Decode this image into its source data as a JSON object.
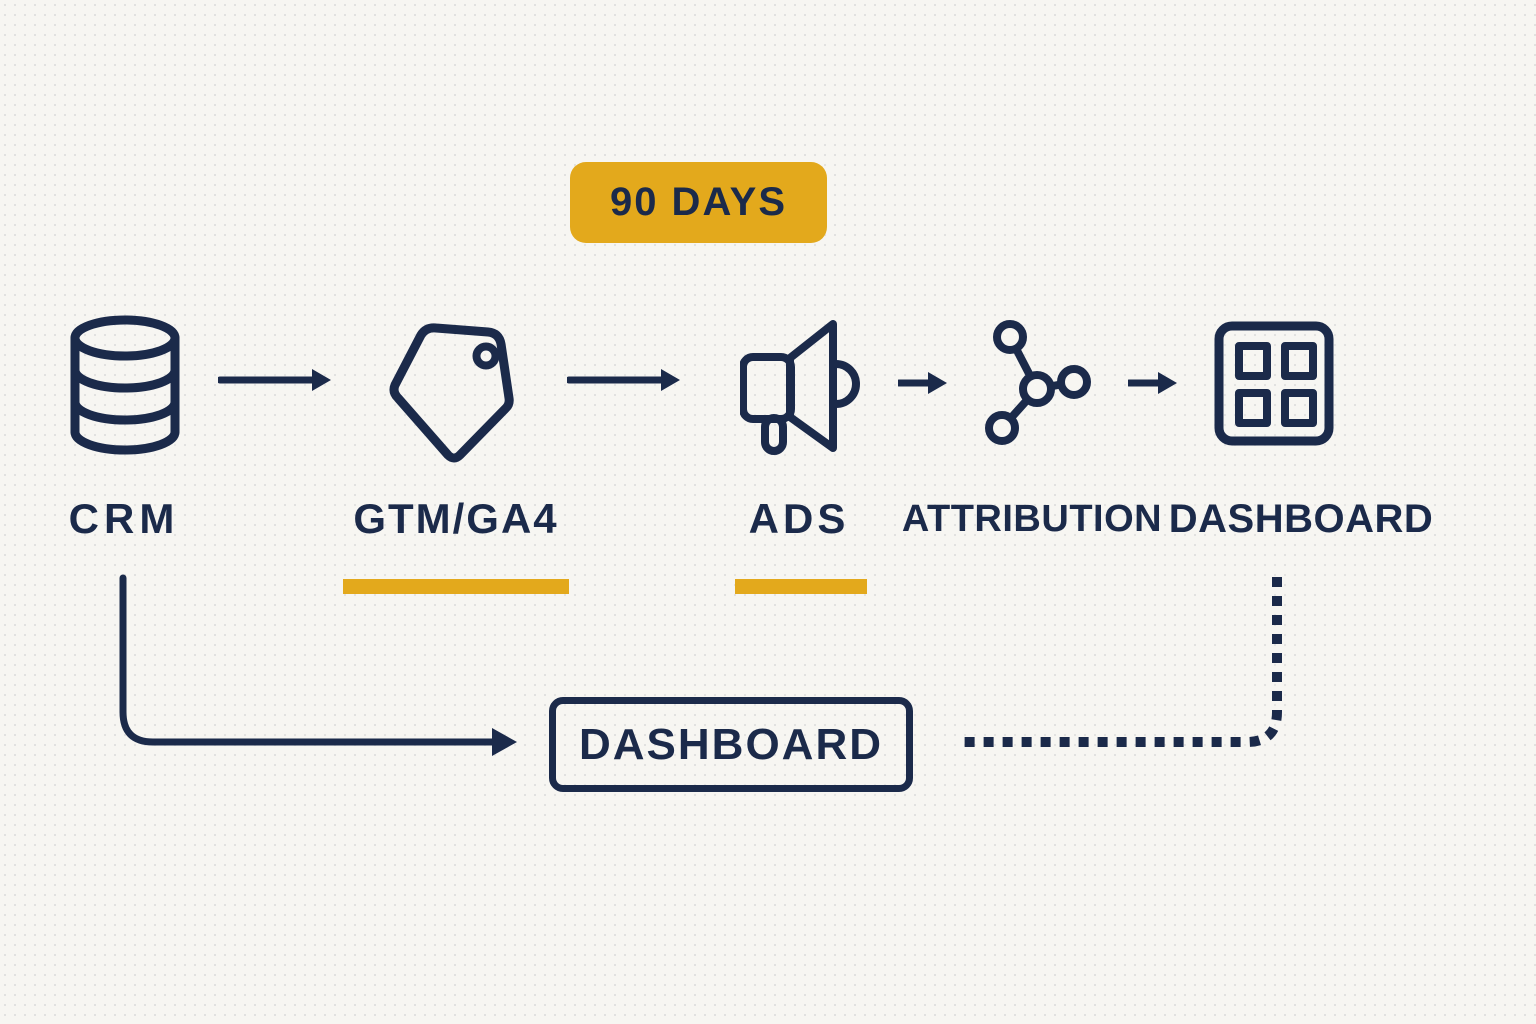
{
  "colors": {
    "navy": "#1b2a4a",
    "accent_yellow": "#e3a91c",
    "background": "#f7f6f2"
  },
  "badge": {
    "label": "90 DAYS"
  },
  "flow": {
    "nodes": [
      {
        "label": "CRM",
        "icon": "database-icon",
        "underline": false
      },
      {
        "label": "GTM/GA4",
        "icon": "tag-icon",
        "underline": true
      },
      {
        "label": "ADS",
        "icon": "megaphone-icon",
        "underline": true
      },
      {
        "label": "ATTRIBUTION",
        "icon": "network-icon",
        "underline": false
      },
      {
        "label": "DASHBOARD",
        "icon": "grid-icon",
        "underline": false
      }
    ],
    "arrow_count": 4
  },
  "bottom": {
    "dashboard_box_label": "DASHBOARD",
    "solid_connector": "crm-to-dashboard-box",
    "dotted_connector": "dashboard-icon-to-dashboard-box"
  }
}
